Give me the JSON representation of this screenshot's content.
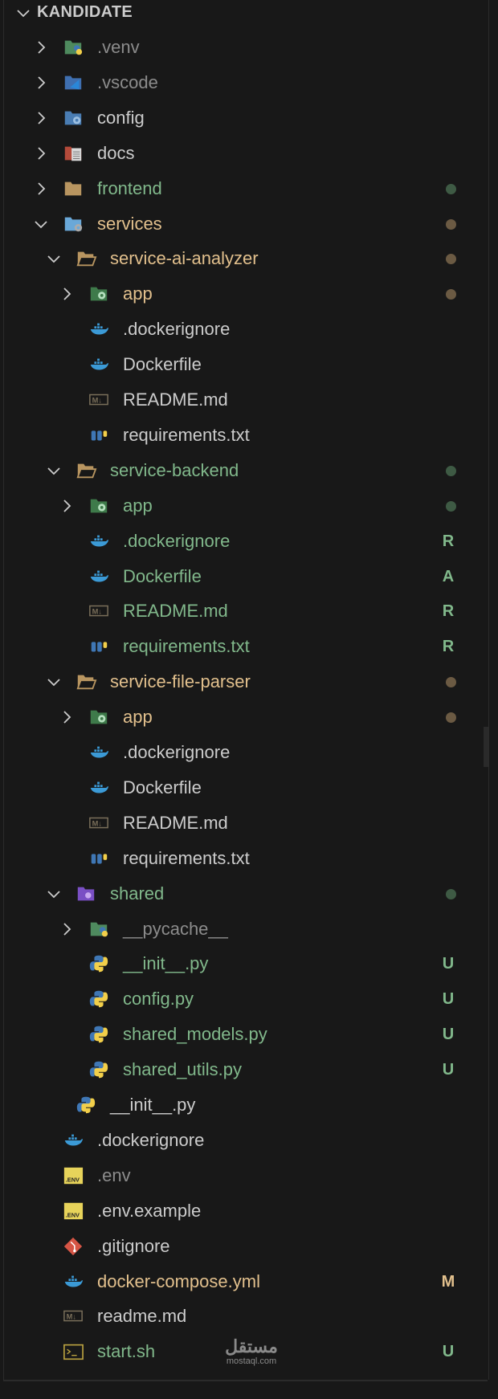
{
  "explorer": {
    "title": "KANDIDATE",
    "colors": {
      "green": "#81b88b",
      "yellow": "#e2c08d",
      "gray": "#8c8c8c",
      "dot_green": "#3e5a44",
      "dot_brown": "#6b5a43"
    },
    "rows": [
      {
        "label": ".venv",
        "depth": 0,
        "kind": "closed",
        "icon": "python-folder-icon",
        "color": "gray"
      },
      {
        "label": ".vscode",
        "depth": 0,
        "kind": "closed",
        "icon": "vscode-folder-icon",
        "color": "gray"
      },
      {
        "label": "config",
        "depth": 0,
        "kind": "closed",
        "icon": "config-folder-icon",
        "color": "default"
      },
      {
        "label": "docs",
        "depth": 0,
        "kind": "closed",
        "icon": "docs-folder-icon",
        "color": "default"
      },
      {
        "label": "frontend",
        "depth": 0,
        "kind": "closed",
        "icon": "folder-icon",
        "color": "green",
        "dot": "green"
      },
      {
        "label": "services",
        "depth": 0,
        "kind": "open",
        "icon": "services-folder-icon",
        "color": "yellow",
        "dot": "brown"
      },
      {
        "label": "service-ai-analyzer",
        "depth": 1,
        "kind": "open",
        "icon": "folder-open-icon",
        "color": "yellow",
        "dot": "brown"
      },
      {
        "label": "app",
        "depth": 2,
        "kind": "closed",
        "icon": "app-folder-icon",
        "color": "yellow",
        "dot": "brown"
      },
      {
        "label": ".dockerignore",
        "depth": 2,
        "kind": "file",
        "icon": "docker-icon",
        "color": "default"
      },
      {
        "label": "Dockerfile",
        "depth": 2,
        "kind": "file",
        "icon": "docker-icon",
        "color": "default"
      },
      {
        "label": "README.md",
        "depth": 2,
        "kind": "file",
        "icon": "markdown-icon",
        "color": "default"
      },
      {
        "label": "requirements.txt",
        "depth": 2,
        "kind": "file",
        "icon": "requirements-icon",
        "color": "default"
      },
      {
        "label": "service-backend",
        "depth": 1,
        "kind": "open",
        "icon": "folder-open-icon",
        "color": "green",
        "dot": "green"
      },
      {
        "label": "app",
        "depth": 2,
        "kind": "closed",
        "icon": "app-folder-icon",
        "color": "green",
        "dot": "green"
      },
      {
        "label": ".dockerignore",
        "depth": 2,
        "kind": "file",
        "icon": "docker-icon",
        "color": "green",
        "badge": "R"
      },
      {
        "label": "Dockerfile",
        "depth": 2,
        "kind": "file",
        "icon": "docker-icon",
        "color": "green",
        "badge": "A"
      },
      {
        "label": "README.md",
        "depth": 2,
        "kind": "file",
        "icon": "markdown-icon",
        "color": "green",
        "badge": "R"
      },
      {
        "label": "requirements.txt",
        "depth": 2,
        "kind": "file",
        "icon": "requirements-icon",
        "color": "green",
        "badge": "R"
      },
      {
        "label": "service-file-parser",
        "depth": 1,
        "kind": "open",
        "icon": "folder-open-icon",
        "color": "yellow",
        "dot": "brown"
      },
      {
        "label": "app",
        "depth": 2,
        "kind": "closed",
        "icon": "app-folder-icon",
        "color": "yellow",
        "dot": "brown"
      },
      {
        "label": ".dockerignore",
        "depth": 2,
        "kind": "file",
        "icon": "docker-icon",
        "color": "default"
      },
      {
        "label": "Dockerfile",
        "depth": 2,
        "kind": "file",
        "icon": "docker-icon",
        "color": "default"
      },
      {
        "label": "README.md",
        "depth": 2,
        "kind": "file",
        "icon": "markdown-icon",
        "color": "default"
      },
      {
        "label": "requirements.txt",
        "depth": 2,
        "kind": "file",
        "icon": "requirements-icon",
        "color": "default"
      },
      {
        "label": "shared",
        "depth": 1,
        "kind": "open",
        "icon": "shared-folder-icon",
        "color": "green",
        "dot": "green"
      },
      {
        "label": "__pycache__",
        "depth": 2,
        "kind": "closed",
        "icon": "python-folder-icon",
        "color": "gray"
      },
      {
        "label": "__init__.py",
        "depth": 2,
        "kind": "file",
        "icon": "python-icon",
        "color": "green",
        "badge": "U"
      },
      {
        "label": "config.py",
        "depth": 2,
        "kind": "file",
        "icon": "python-icon",
        "color": "green",
        "badge": "U"
      },
      {
        "label": "shared_models.py",
        "depth": 2,
        "kind": "file",
        "icon": "python-icon",
        "color": "green",
        "badge": "U"
      },
      {
        "label": "shared_utils.py",
        "depth": 2,
        "kind": "file",
        "icon": "python-icon",
        "color": "green",
        "badge": "U"
      },
      {
        "label": "__init__.py",
        "depth": 1,
        "kind": "file",
        "icon": "python-icon",
        "color": "default"
      },
      {
        "label": ".dockerignore",
        "depth": 0,
        "kind": "file",
        "icon": "docker-icon",
        "color": "default"
      },
      {
        "label": ".env",
        "depth": 0,
        "kind": "file",
        "icon": "env-icon",
        "color": "gray"
      },
      {
        "label": ".env.example",
        "depth": 0,
        "kind": "file",
        "icon": "env-icon",
        "color": "default"
      },
      {
        "label": ".gitignore",
        "depth": 0,
        "kind": "file",
        "icon": "git-icon",
        "color": "default"
      },
      {
        "label": "docker-compose.yml",
        "depth": 0,
        "kind": "file",
        "icon": "docker-icon",
        "color": "yellow",
        "badge": "M"
      },
      {
        "label": "readme.md",
        "depth": 0,
        "kind": "file",
        "icon": "markdown-icon",
        "color": "default"
      },
      {
        "label": "start.sh",
        "depth": 0,
        "kind": "file",
        "icon": "terminal-icon",
        "color": "green",
        "badge": "U"
      }
    ]
  },
  "watermark": {
    "arabic": "مستقل",
    "latin": "mostaql.com"
  },
  "env_icon_text": ".ENV"
}
